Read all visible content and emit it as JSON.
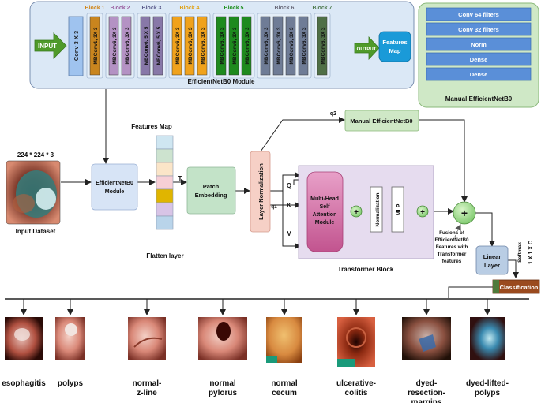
{
  "efficientnet": {
    "module_title": "EfficientNetB0 Module",
    "input_label": "INPUT",
    "conv_first": "Conv 3 X 3",
    "output_label": "OUTPUT",
    "features_map": [
      "Features",
      "Map"
    ],
    "blocks": [
      {
        "name": "Block 1",
        "color": "#d1861a",
        "fill": "#c9851e",
        "layers": [
          "MBConv1, 3X 3"
        ]
      },
      {
        "name": "Block 2",
        "color": "#9a5fa0",
        "fill": "#b492c4",
        "layers": [
          "MBConv6, 3X 3",
          "MBConv6, 3X 3"
        ]
      },
      {
        "name": "Block 3",
        "color": "#5a5a8a",
        "fill": "#8878a8",
        "layers": [
          "MBConv6, 5 X 5",
          "MBConv6, 5 X 5"
        ]
      },
      {
        "name": "Block 4",
        "color": "#e0a010",
        "fill": "#f0a21c",
        "layers": [
          "MBConv6, 3X 3",
          "MBConv6, 3X 3",
          "MBConv6, 3X 3"
        ]
      },
      {
        "name": "Block 5",
        "color": "#1f8f1f",
        "fill": "#1e8a1e",
        "layers": [
          "MBConv6, 3X 3",
          "MBConv6, 3X 3",
          "MBConv6, 3X 3"
        ]
      },
      {
        "name": "Block 6",
        "color": "#6a6a7a",
        "fill": "#6f7c96",
        "layers": [
          "MBConv6, 3X 3",
          "MBConv6, 3X 3",
          "MBConv6, 3X 3",
          "MBConv6, 3X 3"
        ]
      },
      {
        "name": "Block 7",
        "color": "#4f7a4f",
        "fill": "#4f6f46",
        "layers": [
          "MBConv6, 3X 3"
        ]
      }
    ]
  },
  "manual": {
    "title": "Manual EfficientNetB0",
    "layers": [
      "Conv 64 filters",
      "Conv 32 filters",
      "Norm",
      "Dense",
      "Dense"
    ],
    "box_label": "Manual EfficientNetB0"
  },
  "pipeline": {
    "input_size": "224 * 224 * 3",
    "input_dataset": "Input Dataset",
    "effnet_module": [
      "EfficientNetB0",
      "Module"
    ],
    "features_map_label": "Features Map",
    "t_label": "T",
    "flatten_label": "Flatten layer",
    "patch_embedding": [
      "Patch",
      "Embedding"
    ],
    "layer_norm": "Layer Normalization",
    "q1": "q1",
    "q2": "q2",
    "q": "Q",
    "k": "K",
    "v": "V",
    "mhsa": [
      "Multi-Head",
      "Self",
      "Attention",
      "Module"
    ],
    "normalization": "Normalization",
    "mlp": "MLP",
    "plus": "+",
    "transformer_block": "Transformer Block",
    "fusion_note": [
      "Fusions of",
      "EfficientNetB0",
      "Features with",
      "Transformer",
      "features"
    ],
    "linear_layer": [
      "Linear",
      "Layer"
    ],
    "softmax": "Softmax",
    "output_dim": "1 X 1 X C",
    "classification": "Classification"
  },
  "classes": [
    {
      "label": [
        "esophagitis"
      ]
    },
    {
      "label": [
        "polyps"
      ]
    },
    {
      "label": [
        "normal-",
        "z-line"
      ]
    },
    {
      "label": [
        "normal",
        "pylorus"
      ]
    },
    {
      "label": [
        "normal",
        "cecum"
      ]
    },
    {
      "label": [
        "ulcerative-",
        "colitis"
      ]
    },
    {
      "label": [
        "dyed-",
        "resection-",
        "margins"
      ]
    },
    {
      "label": [
        "dyed-lifted-",
        "polyps"
      ]
    }
  ],
  "flatten_colors": [
    "#cfe6f1",
    "#cde3cf",
    "#fbe5c8",
    "#f7cfd6",
    "#e0b500",
    "#d8c4e6",
    "#b9d4ea"
  ]
}
